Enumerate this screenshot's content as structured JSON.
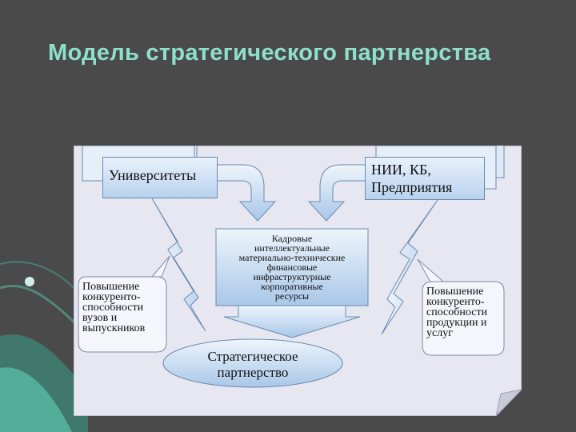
{
  "slide": {
    "title": "Модель стратегического партнерства"
  },
  "diagram": {
    "universities": "Университеты",
    "nii_line1": "НИИ, КБ,",
    "nii_line2": "Предприятия",
    "resources": [
      "Кадровые",
      "интеллектуальные",
      "материально-технические",
      "финансовые",
      "инфраструктурные",
      "корпоративные",
      "ресурсы"
    ],
    "left_callout": [
      "Повышение",
      "конкуренто-",
      "способности",
      "вузов и",
      "выпускников"
    ],
    "right_callout": [
      "Повышение",
      "конкуренто-",
      "способности",
      "продукции и",
      "услуг"
    ],
    "partnership_line1": "Стратегическое",
    "partnership_line2": "партнерство"
  },
  "colors": {
    "background": "#4a4a4a",
    "title": "#8fe0c8",
    "box_fill": "#c6dcf2",
    "paper": "#e9eaf2"
  }
}
